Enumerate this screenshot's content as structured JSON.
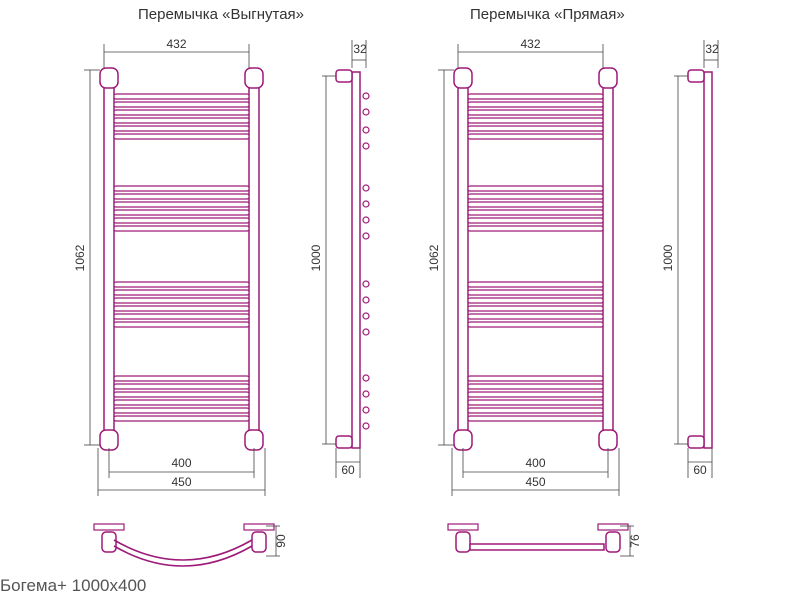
{
  "diagrams": [
    {
      "title": "Перемычка «Выгнутая»",
      "dims": {
        "top_width": "432",
        "height": "1062",
        "side_height": "1000",
        "side_top": "32",
        "side_bottom": "60",
        "inner_width": "400",
        "outer_width": "450",
        "bridge_depth": "90"
      }
    },
    {
      "title": "Перемычка «Прямая»",
      "dims": {
        "top_width": "432",
        "height": "1062",
        "side_height": "1000",
        "side_top": "32",
        "side_bottom": "60",
        "inner_width": "400",
        "outer_width": "450",
        "bridge_depth": "76"
      }
    }
  ],
  "caption": "Богема+ 1000x400",
  "colors": {
    "outline": "#9e1a78",
    "dimension": "#444444"
  }
}
